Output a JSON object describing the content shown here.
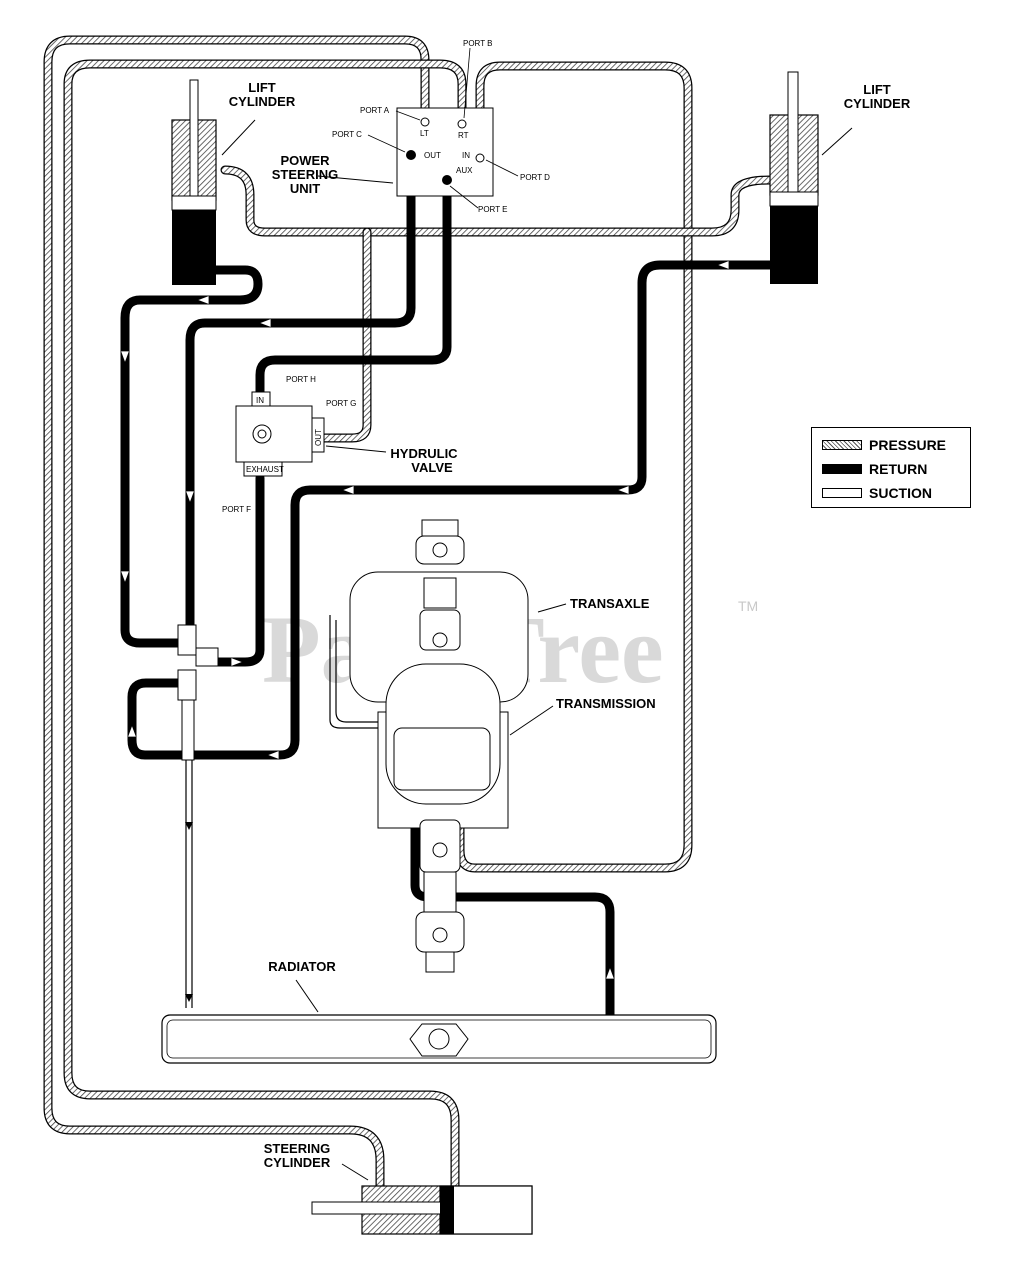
{
  "labels": {
    "lift_cylinder_left": [
      "LIFT",
      "CYLINDER"
    ],
    "lift_cylinder_right": [
      "LIFT",
      "CYLINDER"
    ],
    "power_steering_unit": [
      "POWER",
      "STEERING",
      "UNIT"
    ],
    "hydraulic_valve": [
      "HYDRULIC",
      "VALVE"
    ],
    "transaxle": "TRANSAXLE",
    "transmission": "TRANSMISSION",
    "radiator": "RADIATOR",
    "steering_cylinder": [
      "STEERING",
      "CYLINDER"
    ],
    "watermark": "PartsTree",
    "trademark": "TM"
  },
  "ports": {
    "port_a": "PORT A",
    "port_b": "PORT B",
    "port_c": "PORT C",
    "port_d": "PORT D",
    "port_e": "PORT E",
    "port_f": "PORT F",
    "port_g": "PORT G",
    "port_h": "PORT H"
  },
  "psu_markings": {
    "lt": "LT",
    "rt": "RT",
    "out": "OUT",
    "in": "IN",
    "aux": "AUX"
  },
  "valve_markings": {
    "in": "IN",
    "out": "OUT",
    "exhaust": "EXHAUST"
  },
  "legend": {
    "items": [
      {
        "label": "PRESSURE",
        "style": "hatched"
      },
      {
        "label": "RETURN",
        "style": "solid-black"
      },
      {
        "label": "SUCTION",
        "style": "outline"
      }
    ]
  }
}
